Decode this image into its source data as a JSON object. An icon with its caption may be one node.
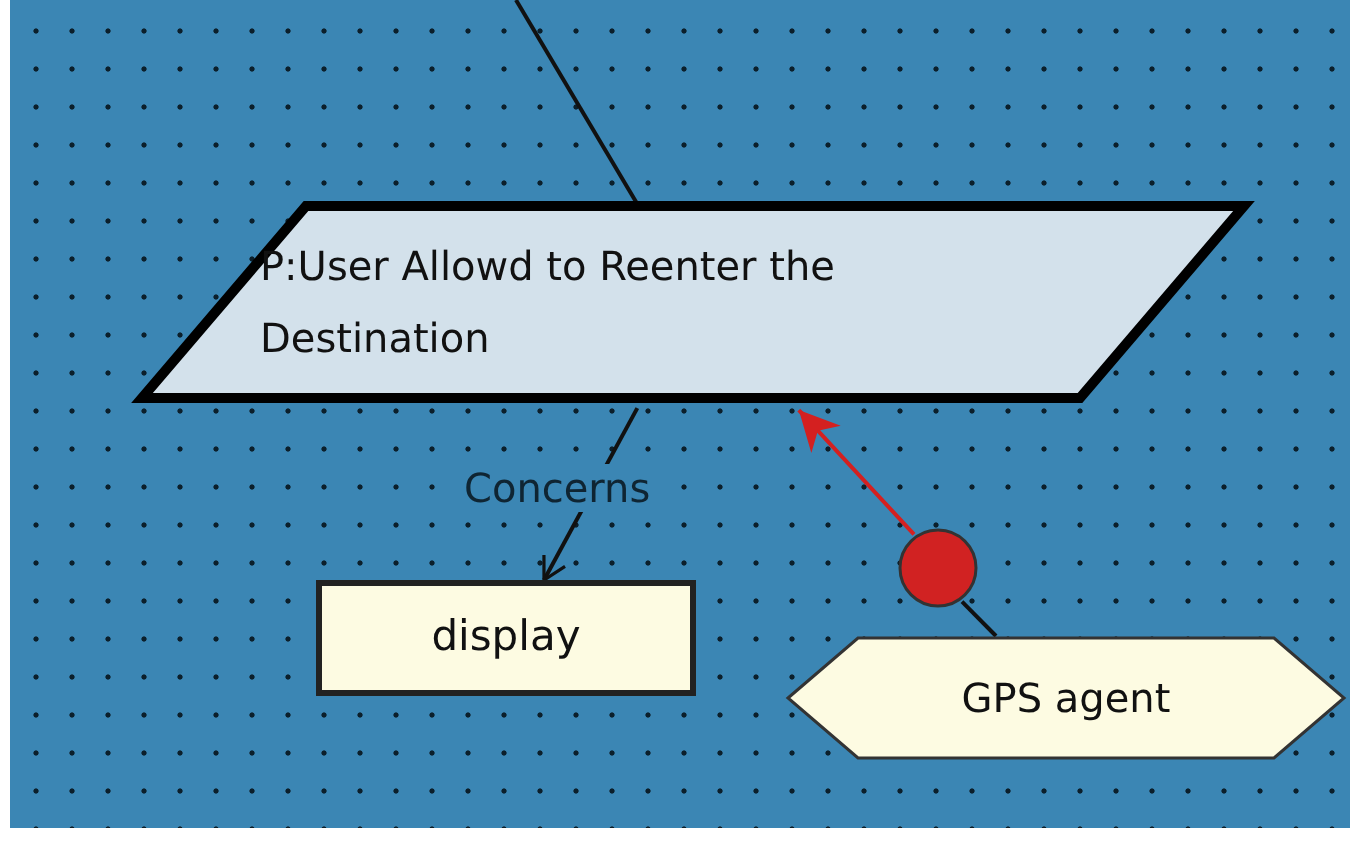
{
  "diagram": {
    "nodes": [
      {
        "text": [
          "P:User Allowd to Reenter the Destination"
        ]
      },
      {
        "text": [
          "display"
        ]
      },
      {
        "text": [],
        "shape": "circle"
      },
      {
        "text": [
          "GPS agent"
        ]
      }
    ],
    "edges": [
      {
        "from": null,
        "to": 0,
        "arrow": "none"
      },
      {
        "from": 0,
        "to": 1,
        "arrow": "to",
        "label": "Concerns"
      },
      {
        "from": 3,
        "to": 2,
        "arrow": "none"
      },
      {
        "from": 2,
        "to": 0,
        "arrow": "to",
        "color": "#d42020"
      }
    ]
  }
}
